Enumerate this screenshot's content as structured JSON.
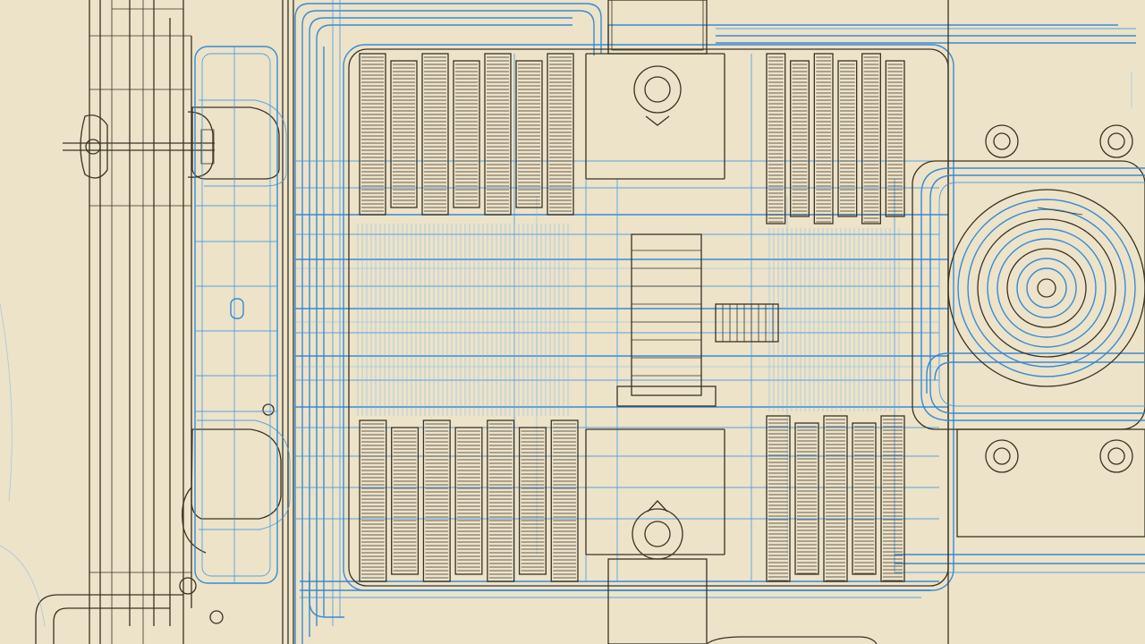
{
  "image": {
    "subject": "mechanical-gearbox-blueprint",
    "colors": {
      "paper": "#efe7cf",
      "ink": "#3b3224",
      "blueprint_line": "#2f86d6"
    },
    "gear_stacks": [
      {
        "name": "upper-left-stack",
        "teeth": 7
      },
      {
        "name": "upper-right-stack",
        "teeth": 6
      },
      {
        "name": "lower-left-stack",
        "teeth": 7
      },
      {
        "name": "lower-right-stack",
        "teeth": 5
      }
    ],
    "bolt_holes": 6,
    "flywheel_rings": 9
  }
}
